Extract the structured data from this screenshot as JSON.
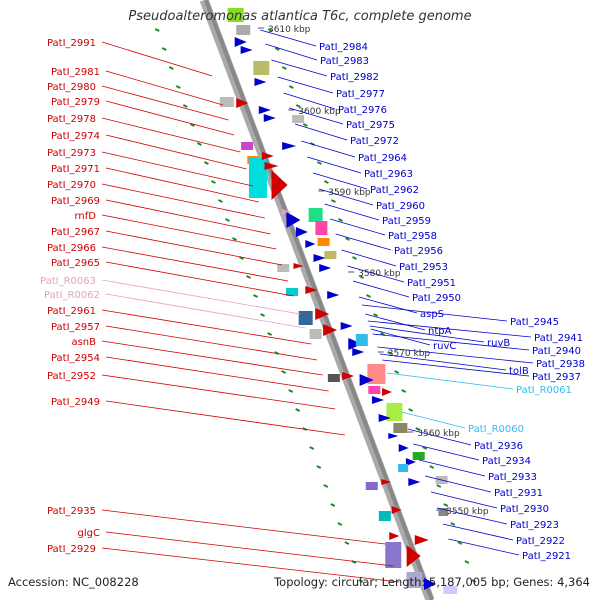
{
  "title": "Pseudoalteromonas atlantica T6c, complete genome",
  "accession": "Accession: NC_008228",
  "topology": "Topology: circular; Length: 5,187,005 bp; Genes: 4,364",
  "colors": {
    "forward": "#d00000",
    "reverse": "#0000cc",
    "rna_forward": "#e8a0c8",
    "rna_reverse": "#33bbee",
    "backbone": "#888888",
    "tick": "#228822"
  },
  "scale_ticks": [
    "3610 kbp",
    "3600 kbp",
    "3590 kbp",
    "3580 kbp",
    "3570 kbp",
    "3560 kbp",
    "3550 kbp"
  ],
  "left_labels": [
    "PatI_2991",
    "PatI_2981",
    "PatI_2980",
    "PatI_2979",
    "PatI_2978",
    "PatI_2974",
    "PatI_2973",
    "PatI_2971",
    "PatI_2970",
    "PatI_2969",
    "rnfD",
    "PatI_2967",
    "PatI_2966",
    "PatI_2965",
    "PatI_R0063",
    "PatI_R0062",
    "PatI_2961",
    "PatI_2957",
    "asnB",
    "PatI_2954",
    "PatI_2952",
    "PatI_2949",
    "PatI_2935",
    "glgC",
    "PatI_2929"
  ],
  "right_labels": [
    "PatI_2984",
    "PatI_2983",
    "PatI_2982",
    "PatI_2977",
    "PatI_2976",
    "PatI_2975",
    "PatI_2972",
    "PatI_2964",
    "PatI_2963",
    "PatI_2962",
    "PatI_2960",
    "PatI_2959",
    "PatI_2958",
    "PatI_2956",
    "PatI_2953",
    "PatI_2951",
    "PatI_2950",
    "aspS",
    "ntpA",
    "ruvC",
    "ruvB",
    "PatI_2945",
    "PatI_2941",
    "PatI_2940",
    "PatI_2938",
    "tolB",
    "PatI_2937",
    "PatI_R0061",
    "PatI_R0060",
    "PatI_2936",
    "PatI_2934",
    "PatI_2933",
    "PatI_2931",
    "PatI_2930",
    "PatI_2923",
    "PatI_2922",
    "PatI_2921"
  ]
}
